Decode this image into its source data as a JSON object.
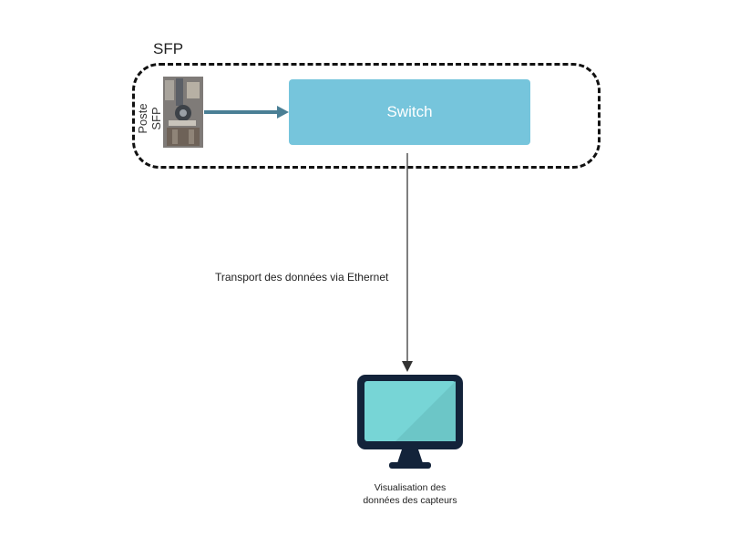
{
  "group": {
    "label": "SFP"
  },
  "station": {
    "label": "Poste SFP"
  },
  "switch": {
    "label": "Switch"
  },
  "link": {
    "label": "Transport des données via Ethernet"
  },
  "display": {
    "caption_line1": "Visualisation des",
    "caption_line2": "données des capteurs"
  },
  "colors": {
    "switch": "#76c5dc",
    "arrow_to_switch": "#4a7f95",
    "arrow_down": "#555555",
    "monitor_frame": "#13233a",
    "monitor_screen": "#77d5d6"
  }
}
